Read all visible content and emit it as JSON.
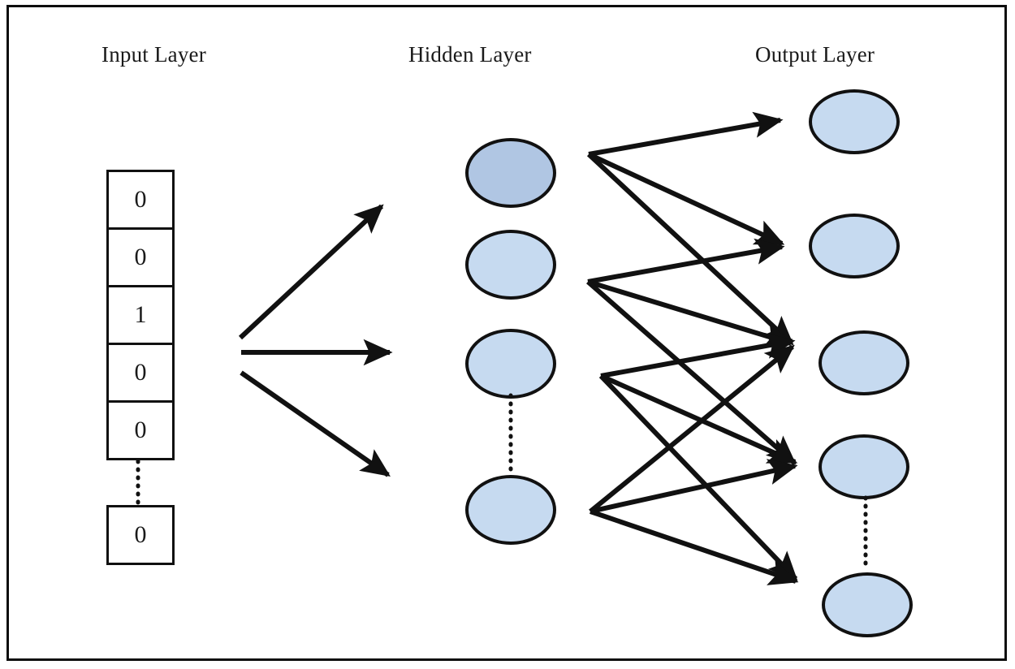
{
  "figure": {
    "type": "neural-network-architecture-diagram",
    "background": "#ffffff",
    "border_color": "#0d0d0d",
    "stroke_color": "#111111",
    "text_color": "#1a1a1a"
  },
  "titles": {
    "input": "Input Layer",
    "hidden": "Hidden Layer",
    "output": "Output Layer"
  },
  "input_layer": {
    "name": "one-hot-input-vector",
    "cells": [
      "0",
      "0",
      "1",
      "0",
      "0"
    ],
    "ellipsis_connector": "dotted",
    "last_cell": "0"
  },
  "hidden_layer": {
    "name": "hidden-layer-nodes",
    "node_count": 4,
    "fill_active": "#b0c6e3",
    "fill_default": "#c6daf0",
    "nodes": [
      {
        "id": "h1",
        "fill": "#b0c6e3",
        "active": true
      },
      {
        "id": "h2",
        "fill": "#c6daf0",
        "active": false
      },
      {
        "id": "h3",
        "fill": "#c6daf0",
        "active": false
      },
      {
        "id": "h4",
        "fill": "#c6daf0",
        "active": false
      }
    ],
    "ellipsis_between": [
      3,
      4
    ]
  },
  "output_layer": {
    "name": "output-layer-nodes",
    "node_count": 5,
    "fill_default": "#c6daf0",
    "nodes": [
      {
        "id": "o1",
        "fill": "#c6daf0"
      },
      {
        "id": "o2",
        "fill": "#c6daf0"
      },
      {
        "id": "o3",
        "fill": "#c6daf0"
      },
      {
        "id": "o4",
        "fill": "#c6daf0"
      },
      {
        "id": "o5",
        "fill": "#c6daf0"
      }
    ],
    "ellipsis_between": [
      4,
      5
    ]
  },
  "edges": {
    "input_to_hidden": [
      {
        "from": "input-vector",
        "to": "h1",
        "style": "solid-arrow"
      },
      {
        "from": "input-vector",
        "to": "h3",
        "style": "solid-arrow"
      },
      {
        "from": "input-vector",
        "to": "h4",
        "style": "solid-arrow"
      }
    ],
    "hidden_to_output": [
      {
        "from": "h1",
        "to": "o1",
        "style": "solid-arrow"
      },
      {
        "from": "h1",
        "to": "o2",
        "style": "solid-arrow"
      },
      {
        "from": "h1",
        "to": "o3",
        "style": "solid-arrow"
      },
      {
        "from": "h2",
        "to": "o2",
        "style": "solid-arrow"
      },
      {
        "from": "h2",
        "to": "o3",
        "style": "solid-arrow"
      },
      {
        "from": "h2",
        "to": "o4",
        "style": "solid-arrow"
      },
      {
        "from": "h3",
        "to": "o3",
        "style": "solid-arrow"
      },
      {
        "from": "h3",
        "to": "o4",
        "style": "solid-arrow"
      },
      {
        "from": "h3",
        "to": "o5",
        "style": "solid-arrow"
      },
      {
        "from": "h4",
        "to": "o3",
        "style": "solid-arrow"
      },
      {
        "from": "h4",
        "to": "o4",
        "style": "solid-arrow"
      },
      {
        "from": "h4",
        "to": "o5",
        "style": "solid-arrow"
      }
    ]
  }
}
